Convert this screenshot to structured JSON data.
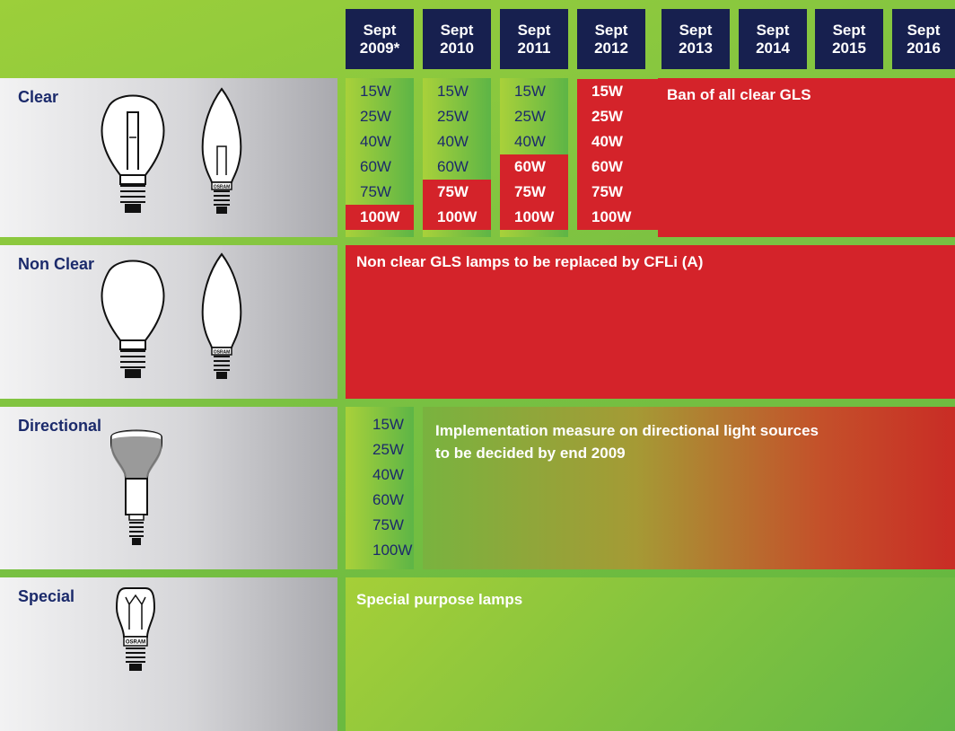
{
  "headers": [
    {
      "line1": "Sept",
      "line2": "2009*"
    },
    {
      "line1": "Sept",
      "line2": "2010"
    },
    {
      "line1": "Sept",
      "line2": "2011"
    },
    {
      "line1": "Sept",
      "line2": "2012"
    },
    {
      "line1": "Sept",
      "line2": "2013"
    },
    {
      "line1": "Sept",
      "line2": "2014"
    },
    {
      "line1": "Sept",
      "line2": "2015"
    },
    {
      "line1": "Sept",
      "line2": "2016"
    }
  ],
  "rows": {
    "clear": {
      "label": "Clear",
      "columns": [
        [
          "15W",
          "25W",
          "40W",
          "60W",
          "75W",
          "100W"
        ],
        [
          "15W",
          "25W",
          "40W",
          "60W",
          "75W",
          "100W"
        ],
        [
          "15W",
          "25W",
          "40W",
          "60W",
          "75W",
          "100W"
        ],
        [
          "15W",
          "25W",
          "40W",
          "60W",
          "75W",
          "100W"
        ]
      ],
      "banned_from": [
        5,
        4,
        3,
        0
      ],
      "ban_text": "Ban of all clear GLS"
    },
    "non_clear": {
      "label": "Non Clear",
      "text": "Non clear GLS lamps to be replaced by CFLi (A)"
    },
    "directional": {
      "label": "Directional",
      "wattages": [
        "15W",
        "25W",
        "40W",
        "60W",
        "75W",
        "100W"
      ],
      "text_line1": "Implementation measure on directional light sources",
      "text_line2": "to be decided by end 2009"
    },
    "special": {
      "label": "Special",
      "text": "Special purpose lamps"
    }
  },
  "icon_logo_text": "OSRAM",
  "colors": {
    "navy": "#17204f",
    "red": "#d4232a",
    "label_text": "#1b2a6b",
    "green": "#7cc242"
  }
}
